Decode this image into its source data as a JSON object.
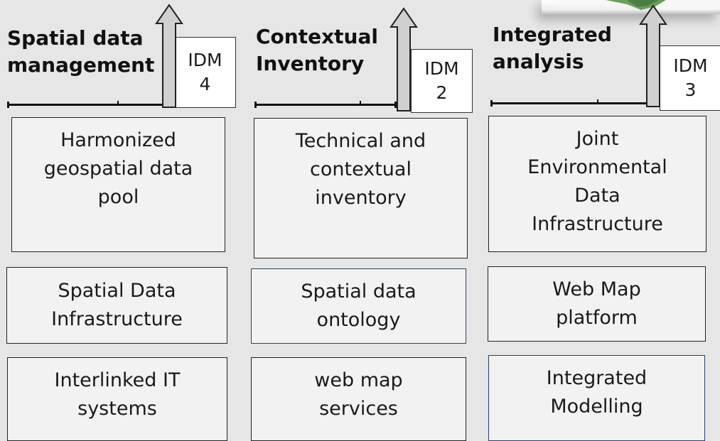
{
  "columns": [
    {
      "title": [
        "Spatial data",
        "management"
      ],
      "idm": [
        "IDM",
        "4"
      ],
      "boxes": [
        [
          "Harmonized",
          "geospatial data",
          "pool"
        ],
        [
          "Spatial Data",
          "Infrastructure"
        ],
        [
          "Interlinked IT",
          "systems"
        ]
      ]
    },
    {
      "title": [
        "Contextual",
        "Inventory"
      ],
      "idm": [
        "IDM",
        "2"
      ],
      "boxes": [
        [
          "Technical and",
          "contextual",
          "inventory"
        ],
        [
          "Spatial data",
          "ontology"
        ],
        [
          "web map",
          "services"
        ]
      ]
    },
    {
      "title": [
        "Integrated",
        "analysis"
      ],
      "idm": [
        "IDM",
        "3"
      ],
      "boxes": [
        [
          "Joint",
          "Environmental",
          "Data",
          "Infrastructure"
        ],
        [
          "Web Map",
          "platform"
        ],
        [
          "Integrated",
          "Modelling"
        ]
      ]
    }
  ],
  "colors": {
    "background": "#e6e6e6",
    "box_fill": "#f2f2f2",
    "blue_border": "#2e3d6e",
    "arrow_fill": "#d0d0d0",
    "arrow_stroke": "#222222",
    "corner_graphic": "#6b9e5a"
  }
}
